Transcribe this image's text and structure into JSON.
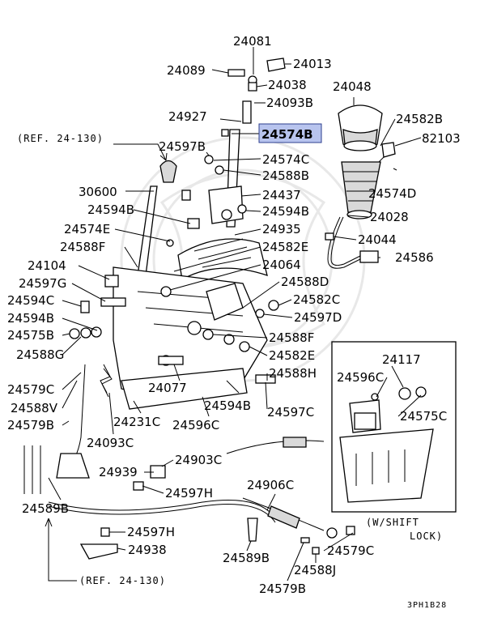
{
  "highlight_color": "#b8c4ee",
  "references": {
    "top": "(REF. 24-130)",
    "bottom": "(REF. 24-130)"
  },
  "variant_note": {
    "line1": "(W/SHIFT",
    "line2": "LOCK)"
  },
  "image_code": "3PH1B28",
  "part_labels": {
    "p24081": "24081",
    "p24089": "24089",
    "p24013": "24013",
    "p24038": "24038",
    "p24048": "24048",
    "p24093B": "24093B",
    "p24927": "24927",
    "p24574B": "24574B",
    "p24582B": "24582B",
    "p82103": "82103",
    "p24597B": "24597B",
    "p24574C": "24574C",
    "p24588B": "24588B",
    "p30600": "30600",
    "p24437": "24437",
    "p24574D": "24574D",
    "p24594B_a": "24594B",
    "p24594B_b": "24594B",
    "p24028": "24028",
    "p24574E": "24574E",
    "p24935": "24935",
    "p24044": "24044",
    "p24588F_a": "24588F",
    "p24582E_a": "24582E",
    "p24586": "24586",
    "p24104": "24104",
    "p24064": "24064",
    "p24597G": "24597G",
    "p24588D": "24588D",
    "p24594C": "24594C",
    "p24582C": "24582C",
    "p24594B_c": "24594B",
    "p24597D": "24597D",
    "p24575B": "24575B",
    "p24588F_b": "24588F",
    "p24588G": "24588G",
    "p24582E_b": "24582E",
    "p24117": "24117",
    "p24579C_a": "24579C",
    "p24588H": "24588H",
    "p24596C_a": "24596C",
    "p24077": "24077",
    "p24588V": "24588V",
    "p24594B_d": "24594B",
    "p24575C": "24575C",
    "p24579B": "24579B",
    "p24231C": "24231C",
    "p24596C_b": "24596C",
    "p24597C": "24597C",
    "p24093C": "24093C",
    "p24939": "24939",
    "p24903C": "24903C",
    "p24597H_a": "24597H",
    "p24906C": "24906C",
    "p24589B_a": "24589B",
    "p24597H_b": "24597H",
    "p24938": "24938",
    "p24589B_b": "24589B",
    "p24579C_b": "24579C",
    "p24588J": "24588J",
    "p24579B_b": "24579B"
  }
}
